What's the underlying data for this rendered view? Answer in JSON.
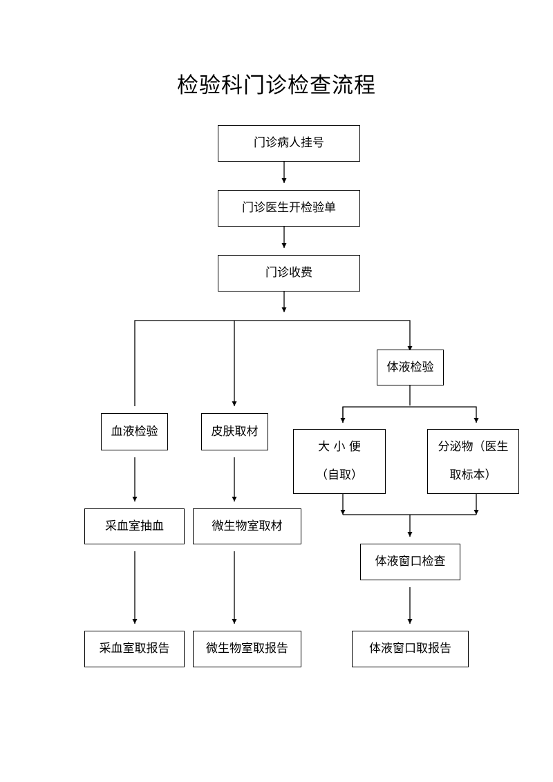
{
  "title": "检验科门诊检查流程",
  "nodes": {
    "register": "门诊病人挂号",
    "doctor_order": "门诊医生开检验单",
    "payment": "门诊收费",
    "body_fluid_test": "体液检验",
    "blood_test": "血液检验",
    "skin_sample": "皮肤取材",
    "stool_urine": {
      "line1": "大 小 便",
      "line2": "（自取）"
    },
    "secretion": {
      "line1": "分泌物（医生",
      "line2": "取标本）"
    },
    "blood_draw": "采血室抽血",
    "micro_sample": "微生物室取材",
    "fluid_window_check": "体液窗口检查",
    "blood_report": "采血室取报告",
    "micro_report": "微生物室取报告",
    "fluid_report": "体液窗口取报告"
  }
}
